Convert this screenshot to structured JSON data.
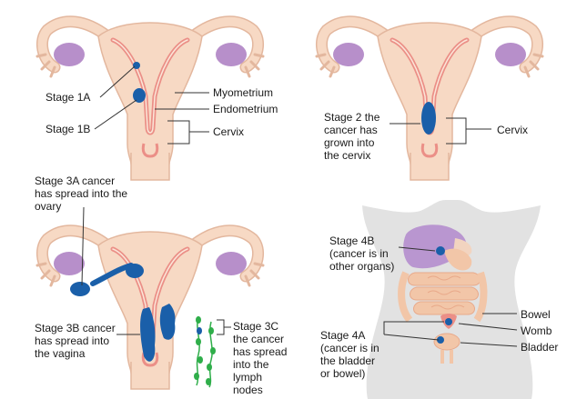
{
  "colors": {
    "tissue": "#f7d9c4",
    "tissue_outline": "#e3b79e",
    "lining": "#eb8f87",
    "ovary": "#b78fca",
    "tumour": "#1a5fa9",
    "lymph": "#2fae4a",
    "body": "#e2e2e2",
    "liver": "#b996d0",
    "bowel": "#f2c6a8",
    "leader_line": "#333333"
  },
  "panels": [
    {
      "id": "stage-1",
      "labels": {
        "stage_1a": "Stage 1A",
        "stage_1b": "Stage 1B",
        "myometrium": "Myometrium",
        "endometrium": "Endometrium",
        "cervix": "Cervix"
      }
    },
    {
      "id": "stage-2",
      "labels": {
        "stage_2": "Stage 2 the cancer has grown into the cervix",
        "cervix": "Cervix"
      }
    },
    {
      "id": "stage-3",
      "labels": {
        "stage_3a": "Stage 3A cancer has spread into the ovary",
        "stage_3b": "Stage 3B cancer has spread into the vagina",
        "stage_3c": "Stage 3C the cancer has spread into the lymph nodes"
      }
    },
    {
      "id": "stage-4",
      "labels": {
        "stage_4b": "Stage 4B (cancer is in other organs)",
        "stage_4a": "Stage 4A (cancer is in the bladder or bowel)",
        "bowel": "Bowel",
        "womb": "Womb",
        "bladder": "Bladder"
      }
    }
  ]
}
